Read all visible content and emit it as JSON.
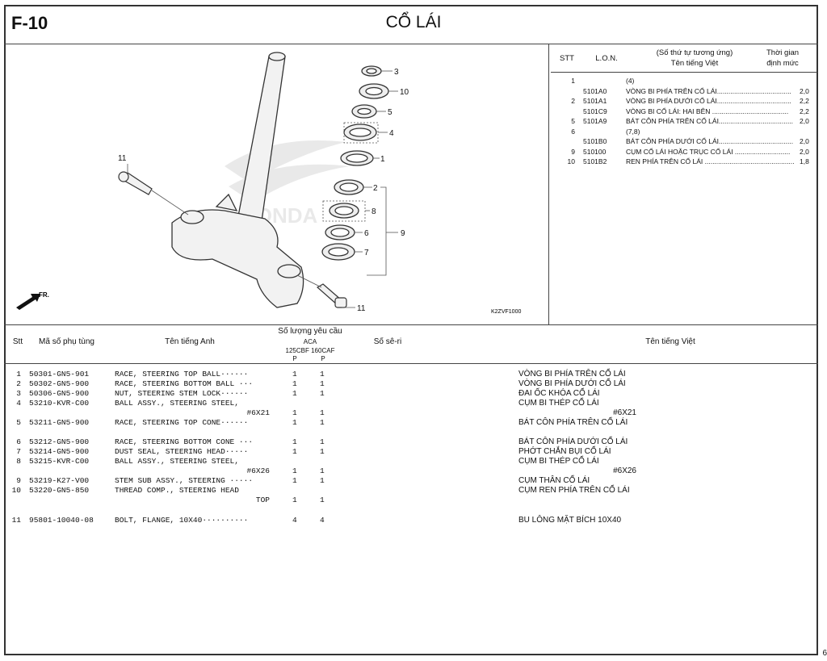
{
  "header": {
    "code": "F-10",
    "title": "CỔ LÁI"
  },
  "diagram": {
    "callouts": [
      "3",
      "10",
      "5",
      "4",
      "1",
      "2",
      "8",
      "9",
      "6",
      "7",
      "11",
      "11"
    ],
    "direction_label": "FR.",
    "figure_code": "K2ZVF1000"
  },
  "labor": {
    "headers": {
      "stt": "STT",
      "lon": "L.O.N.",
      "desc1": "(Số thứ tự tương ứng)",
      "desc2": "Tên tiếng Việt",
      "time1": "Thời gian",
      "time2": "định mức"
    },
    "rows": [
      {
        "stt": "1",
        "lon": "",
        "desc": "(4)",
        "time": ""
      },
      {
        "stt": "",
        "lon": "5101A0",
        "desc": "VÒNG BI PHÍA TRÊN CỔ LÁI.......................................",
        "time": "2,0"
      },
      {
        "stt": "2",
        "lon": "5101A1",
        "desc": "VÒNG BI PHÍA DƯỚI CỔ LÁI.......................................",
        "time": "2,2"
      },
      {
        "stt": "",
        "lon": "5101C9",
        "desc": "VÒNG BI CỔ LÁI: HAI BÊN ........................................",
        "time": "2,2"
      },
      {
        "stt": "5",
        "lon": "5101A9",
        "desc": "BÁT CÔN PHÍA TRÊN CỔ LÁI.......................................",
        "time": "2,0"
      },
      {
        "stt": "6",
        "lon": "",
        "desc": "(7,8)",
        "time": ""
      },
      {
        "stt": "",
        "lon": "5101B0",
        "desc": "BÁT CÔN PHÍA DƯỚI CỔ LÁI.......................................",
        "time": "2,0"
      },
      {
        "stt": "9",
        "lon": "510100",
        "desc": "CỤM CỔ LÁI HOẶC TRỤC CỔ LÁI .............................",
        "time": "2,0"
      },
      {
        "stt": "10",
        "lon": "5101B2",
        "desc": "REN PHÍA TRÊN CỔ LÁI ...............................................",
        "time": "1,8"
      }
    ]
  },
  "parts": {
    "headers": {
      "stt": "Stt",
      "part_no": "Mã số phụ tùng",
      "name_en": "Tên tiếng Anh",
      "qty_title": "Số lượng yêu cầu",
      "aca": "ACA",
      "models": "125CBF 160CAF",
      "p1": "P",
      "p2": "P",
      "serial": "Số sê-ri",
      "name_vi": "Tên tiếng Việt"
    },
    "rows": [
      {
        "stt": "1",
        "pn": "50301-GN5-901",
        "en": "RACE, STEERING TOP BALL······",
        "q1": "1",
        "q2": "1",
        "vi": "VÒNG BI PHÍA TRÊN CỔ LÁI"
      },
      {
        "stt": "2",
        "pn": "50302-GN5-900",
        "en": "RACE, STEERING BOTTOM BALL ···",
        "q1": "1",
        "q2": "1",
        "vi": "VÒNG BI PHÍA DƯỚI CỔ LÁI"
      },
      {
        "stt": "3",
        "pn": "50306-GN5-900",
        "en": "NUT, STEERING STEM LOCK······",
        "q1": "1",
        "q2": "1",
        "vi": "ĐAI ỐC KHÓA CỔ LÁI"
      },
      {
        "stt": "4",
        "pn": "53210-KVR-C00",
        "en": "BALL ASSY., STEERING STEEL,",
        "q1": "",
        "q2": "",
        "vi": "CỤM BI THÉP CỔ LÁI"
      },
      {
        "stt": "",
        "pn": "",
        "en": "#6X21",
        "q1": "1",
        "q2": "1",
        "vi": "#6X21",
        "sub": true
      },
      {
        "stt": "5",
        "pn": "53211-GN5-900",
        "en": "RACE, STEERING TOP CONE······",
        "q1": "1",
        "q2": "1",
        "vi": "BÁT CÔN PHÍA TRÊN CỔ LÁI"
      },
      {
        "stt": "6",
        "pn": "53212-GN5-900",
        "en": "RACE, STEERING BOTTOM CONE ···",
        "q1": "1",
        "q2": "1",
        "vi": "BÁT CÔN PHÍA DƯỚI CỔ LÁI"
      },
      {
        "stt": "7",
        "pn": "53214-GN5-900",
        "en": "DUST SEAL, STEERING HEAD·····",
        "q1": "1",
        "q2": "1",
        "vi": "PHỚT CHẮN BỤI CỔ LÁI"
      },
      {
        "stt": "8",
        "pn": "53215-KVR-C00",
        "en": "BALL ASSY., STEERING STEEL,",
        "q1": "",
        "q2": "",
        "vi": "CỤM BI THÉP CỔ LÁI"
      },
      {
        "stt": "",
        "pn": "",
        "en": "#6X26",
        "q1": "1",
        "q2": "1",
        "vi": "#6X26",
        "sub": true
      },
      {
        "stt": "9",
        "pn": "53219-K27-V00",
        "en": "STEM SUB ASSY., STEERING ·····",
        "q1": "1",
        "q2": "1",
        "vi": "CỤM THÂN CỔ LÁI"
      },
      {
        "stt": "10",
        "pn": "53220-GN5-850",
        "en": "THREAD COMP., STEERING HEAD",
        "q1": "",
        "q2": "",
        "vi": "CỤM REN PHÍA TRÊN CỔ LÁI"
      },
      {
        "stt": "",
        "pn": "",
        "en": "TOP",
        "q1": "1",
        "q2": "1",
        "vi": "",
        "sub": true
      },
      {
        "stt": "11",
        "pn": "95801-10040-08",
        "en": "BOLT, FLANGE, 10X40··········",
        "q1": "4",
        "q2": "4",
        "vi": "BU LÔNG MẶT BÍCH 10X40"
      }
    ]
  },
  "page_corner": "6"
}
